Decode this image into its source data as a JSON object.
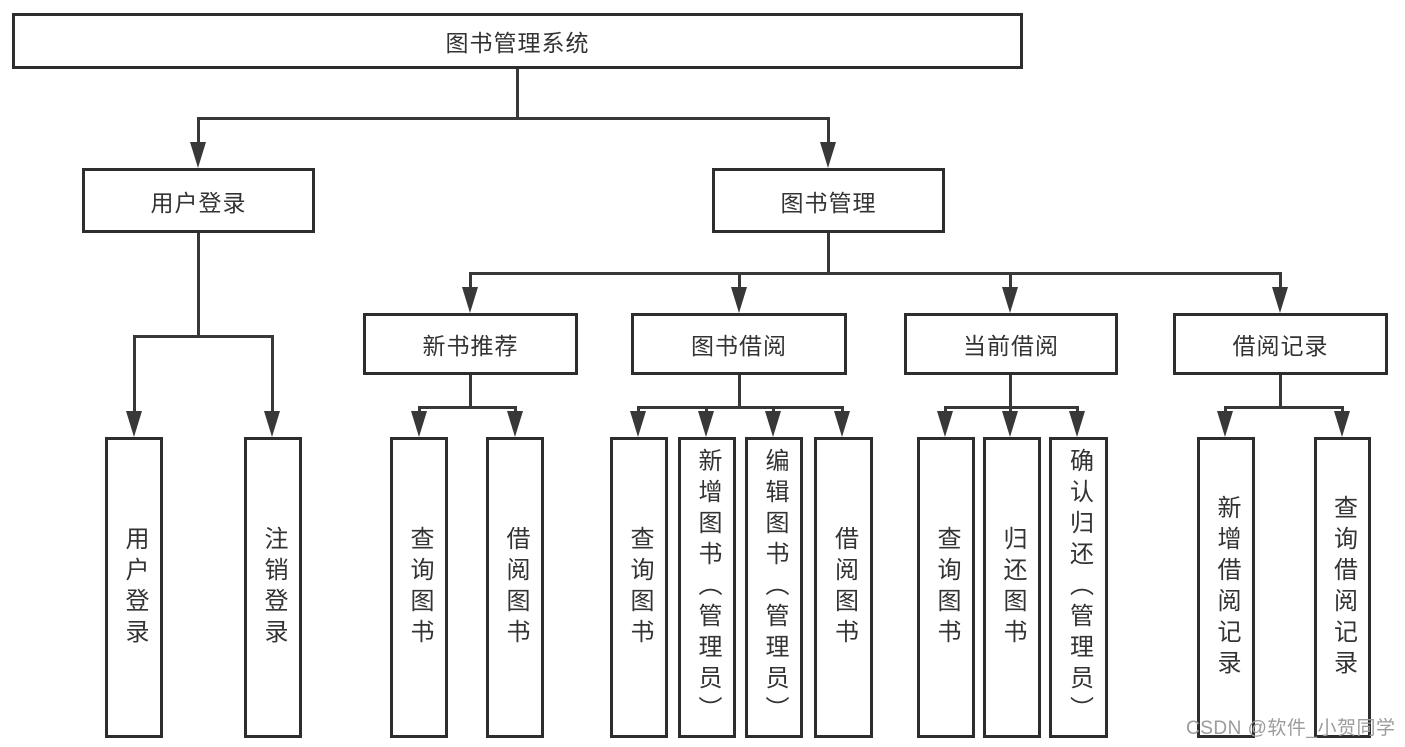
{
  "diagram": {
    "root": {
      "label": "图书管理系统"
    },
    "branches": [
      {
        "label": "用户登录",
        "children": [
          {
            "label": "用户登录"
          },
          {
            "label": "注销登录"
          }
        ]
      },
      {
        "label": "图书管理",
        "children": [
          {
            "label": "新书推荐",
            "children": [
              {
                "label": "查询图书"
              },
              {
                "label": "借阅图书"
              }
            ]
          },
          {
            "label": "图书借阅",
            "children": [
              {
                "label": "查询图书"
              },
              {
                "label": "新增图书（管理员）"
              },
              {
                "label": "编辑图书（管理员）"
              },
              {
                "label": "借阅图书"
              }
            ]
          },
          {
            "label": "当前借阅",
            "children": [
              {
                "label": "查询图书"
              },
              {
                "label": "归还图书"
              },
              {
                "label": "确认归还（管理员）"
              }
            ]
          },
          {
            "label": "借阅记录",
            "children": [
              {
                "label": "新增借阅记录"
              },
              {
                "label": "查询借阅记录"
              }
            ]
          }
        ]
      }
    ]
  },
  "watermark": {
    "text": "CSDN @软件_小贺同学"
  },
  "colors": {
    "line": "#383838",
    "box_border": "#2d2d2d",
    "text": "#333333",
    "watermark": "#9c9c9c",
    "background": "#ffffff"
  }
}
